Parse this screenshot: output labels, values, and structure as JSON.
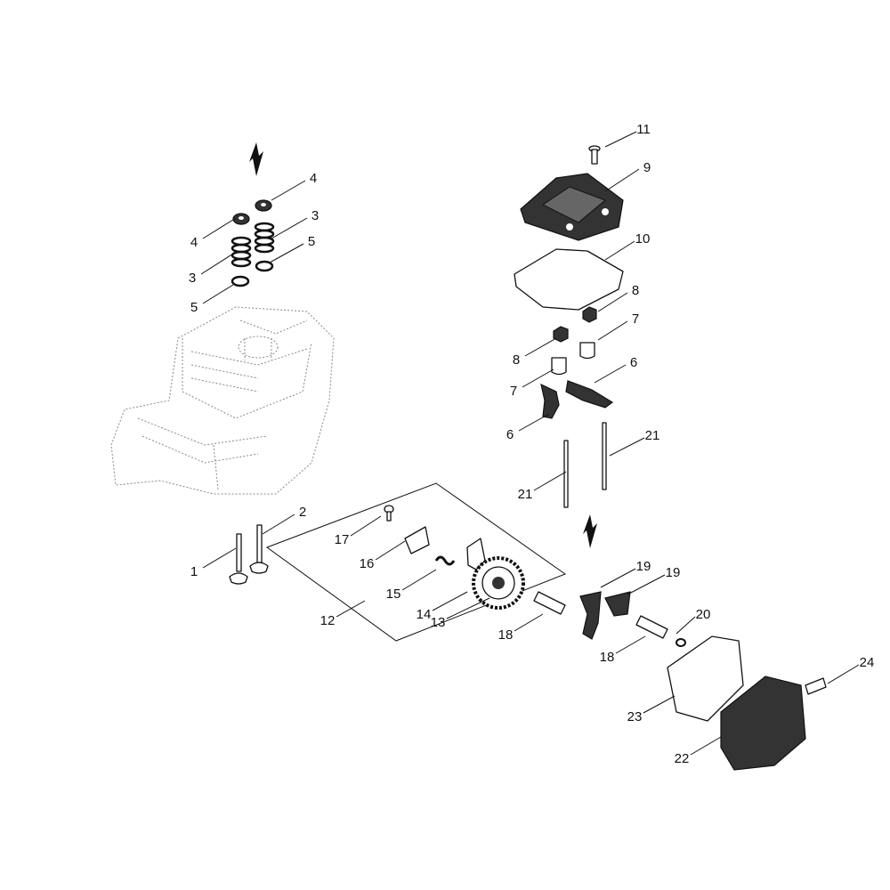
{
  "diagram": {
    "kit_box_label": "12",
    "callouts": [
      "11",
      "9",
      "4",
      "4",
      "3",
      "3",
      "5",
      "5",
      "10",
      "8",
      "8",
      "7",
      "7",
      "6",
      "6",
      "21",
      "21",
      "2",
      "1",
      "17",
      "16",
      "15",
      "14",
      "13",
      "12",
      "19",
      "19",
      "20",
      "18",
      "18",
      "24",
      "23",
      "22"
    ],
    "colors": {
      "line": "#111111",
      "ghost": "#888888"
    }
  }
}
